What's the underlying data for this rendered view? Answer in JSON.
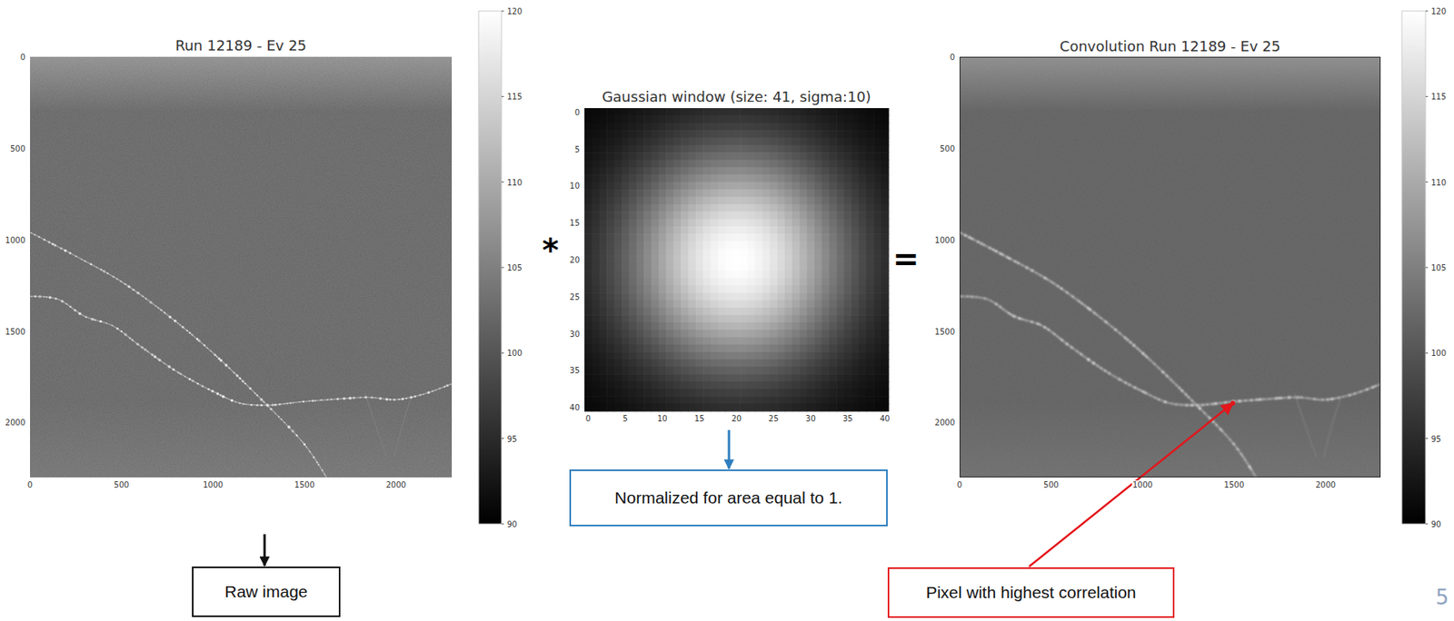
{
  "diagram": {
    "nodes": [
      {
        "text": [
          "Run 12189 - Ev 25"
        ]
      },
      {
        "text": [
          "Gaussian window (size: 41, sigma:10)"
        ]
      },
      {
        "text": [
          "Convolution Run 12189 - Ev 25"
        ]
      },
      {
        "text": [
          "Raw image"
        ]
      },
      {
        "text": [
          "Normalized for area equal to 1."
        ]
      },
      {
        "text": [
          "Pixel with highest correlation"
        ]
      }
    ],
    "edges": [
      {
        "from": 0,
        "to": 3,
        "arrow": "to"
      },
      {
        "from": 1,
        "to": 4,
        "arrow": "to"
      },
      {
        "from": 5,
        "to": 2,
        "arrow": "to"
      }
    ],
    "labels": [
      "0",
      "500",
      "1000",
      "1500",
      "2000",
      "0",
      "500",
      "1000",
      "1500",
      "2000",
      "120",
      "115",
      "110",
      "105",
      "100",
      "95",
      "90",
      "*",
      "0",
      "5",
      "10",
      "15",
      "20",
      "25",
      "30",
      "35",
      "40",
      "0",
      "5",
      "10",
      "15",
      "20",
      "25",
      "30",
      "35",
      "40",
      "=",
      "0",
      "500",
      "1000",
      "1500",
      "2000",
      "0",
      "500",
      "1000",
      "1500",
      "2000",
      "120",
      "115",
      "110",
      "105",
      "100",
      "95",
      "90",
      "5"
    ]
  }
}
